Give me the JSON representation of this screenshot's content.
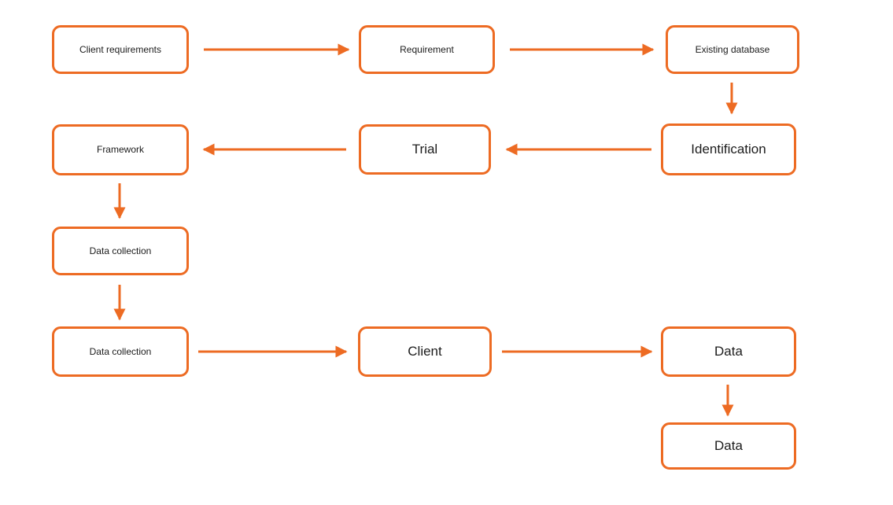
{
  "diagram": {
    "type": "flowchart",
    "accent_color": "#ED6B23",
    "node_fill_color": "#FFFFFF",
    "text_color": "#1C1C1C",
    "nodes": [
      {
        "id": "client-requirements",
        "label": "Client requirements"
      },
      {
        "id": "requirement",
        "label": "Requirement"
      },
      {
        "id": "existing-database",
        "label": "Existing database"
      },
      {
        "id": "framework",
        "label": "Framework"
      },
      {
        "id": "trial",
        "label": "Trial"
      },
      {
        "id": "identification",
        "label": "Identification"
      },
      {
        "id": "data-collection-1",
        "label": "Data collection"
      },
      {
        "id": "data-collection-2",
        "label": "Data collection"
      },
      {
        "id": "client",
        "label": "Client"
      },
      {
        "id": "data-1",
        "label": "Data"
      },
      {
        "id": "data-2",
        "label": "Data"
      }
    ],
    "edges": [
      {
        "from": "client-requirements",
        "to": "requirement",
        "direction": "right"
      },
      {
        "from": "requirement",
        "to": "existing-database",
        "direction": "right"
      },
      {
        "from": "existing-database",
        "to": "identification",
        "direction": "down"
      },
      {
        "from": "identification",
        "to": "trial",
        "direction": "left"
      },
      {
        "from": "trial",
        "to": "framework",
        "direction": "left"
      },
      {
        "from": "framework",
        "to": "data-collection-1",
        "direction": "down"
      },
      {
        "from": "data-collection-1",
        "to": "data-collection-2",
        "direction": "down"
      },
      {
        "from": "data-collection-2",
        "to": "client",
        "direction": "right"
      },
      {
        "from": "client",
        "to": "data-1",
        "direction": "right"
      },
      {
        "from": "data-1",
        "to": "data-2",
        "direction": "down"
      }
    ]
  }
}
